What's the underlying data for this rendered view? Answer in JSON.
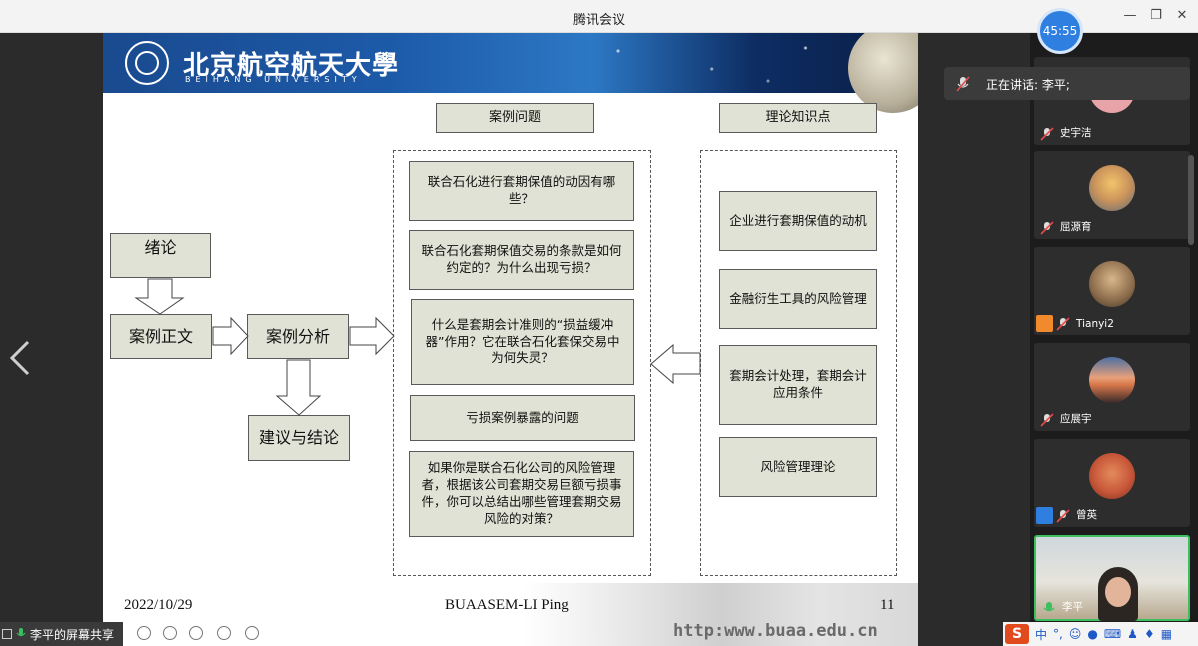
{
  "window": {
    "title": "腾讯会议"
  },
  "timer": "45:55",
  "speaking": {
    "text": "正在讲话: 李平;"
  },
  "slide": {
    "university_cn": "北京航空航天大學",
    "university_en": "BEIHANG UNIVERSITY",
    "header_questions": "案例问题",
    "header_theory": "理论知识点",
    "flow": {
      "intro": "绪论",
      "main_text": "案例正文",
      "analysis": "案例分析",
      "conclusion": "建议与结论"
    },
    "questions": [
      "联合石化进行套期保值的动因有哪些？",
      "联合石化套期保值交易的条款是如何约定的？为什么出现亏损？",
      "什么是套期会计准则的“损益缓冲器”作用？它在联合石化套保交易中为何失灵？",
      "亏损案例暴露的问题",
      "如果你是联合石化公司的风险管理者，根据该公司套期交易巨额亏损事件，你可以总结出哪些管理套期交易风险的对策？"
    ],
    "theories": [
      "企业进行套期保值的动机",
      "金融衍生工具的风险管理",
      "套期会计处理，套期会计应用条件",
      "风险管理理论"
    ],
    "footer_date": "2022/10/29",
    "footer_author": "BUAASEM-LI Ping",
    "footer_page": "11",
    "footer_url": "http:www.buaa.edu.cn"
  },
  "participants": [
    {
      "name": "史宇洁",
      "avatar_color": "#e8a3a8"
    },
    {
      "name": "屈源育",
      "avatar_color": "#c9925b"
    },
    {
      "name": "Tianyi2",
      "avatar_color": "#8a6b4a"
    },
    {
      "name": "应展宇",
      "avatar_color": "#d9784a"
    },
    {
      "name": "曾英",
      "avatar_color": "#c8573a"
    },
    {
      "name": "李平",
      "avatar_color": "#cfd8dc"
    }
  ],
  "share_label": "李平的屏幕共享",
  "ime": {
    "logo": "S",
    "mode": "中"
  },
  "colors": {
    "accent": "#2f7fe0",
    "box_fill": "#dfe2d4",
    "slide_header": "#1c5aa8"
  }
}
